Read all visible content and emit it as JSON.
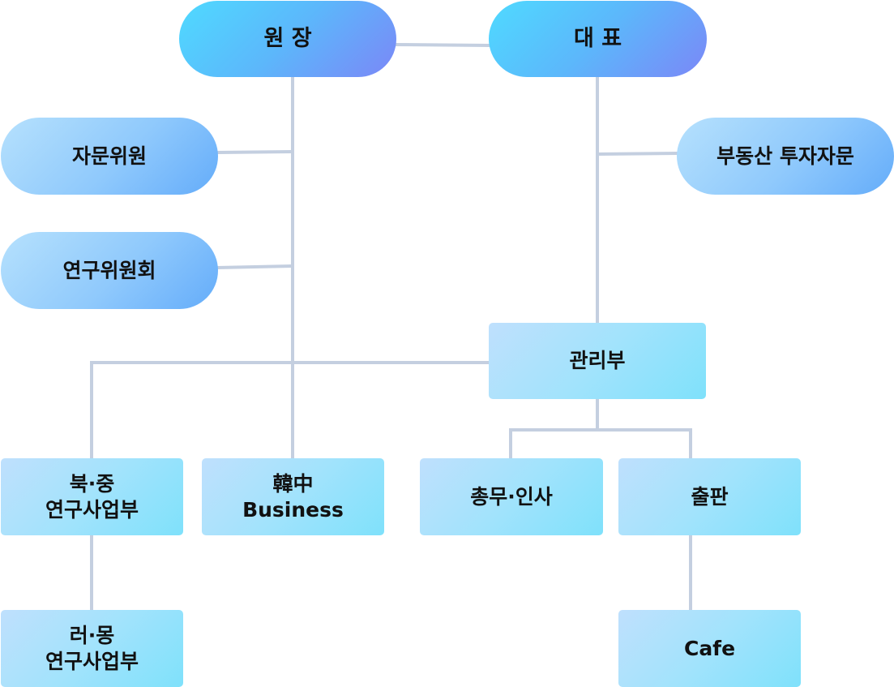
{
  "colors": {
    "connector": "#c4cfe0",
    "top_pill_gradient": [
      "#4fdaff",
      "#5cb7fb",
      "#7b87f7"
    ],
    "side_pill_gradient": [
      "#b6e1fd",
      "#8fc9fc",
      "#64acfa"
    ],
    "box_gradient": [
      "#bfe0fd",
      "#a2e3fc",
      "#7fe1fb"
    ],
    "text": "#111111"
  },
  "org": {
    "director": "원 장",
    "ceo": "대 표",
    "advisory_committee": "자문위원",
    "research_committee": "연구위원회",
    "real_estate_advisory": "부동산 투자자문",
    "management": "관리부",
    "north_china_research": {
      "line1": "북·중",
      "line2": "연구사업부"
    },
    "korea_china_business": {
      "line1": "韓中",
      "line2": "Business"
    },
    "general_affairs_hr": "총무·인사",
    "publishing": "출판",
    "russia_mongolia_research": {
      "line1": "러·몽",
      "line2": "연구사업부"
    },
    "cafe": "Cafe"
  }
}
